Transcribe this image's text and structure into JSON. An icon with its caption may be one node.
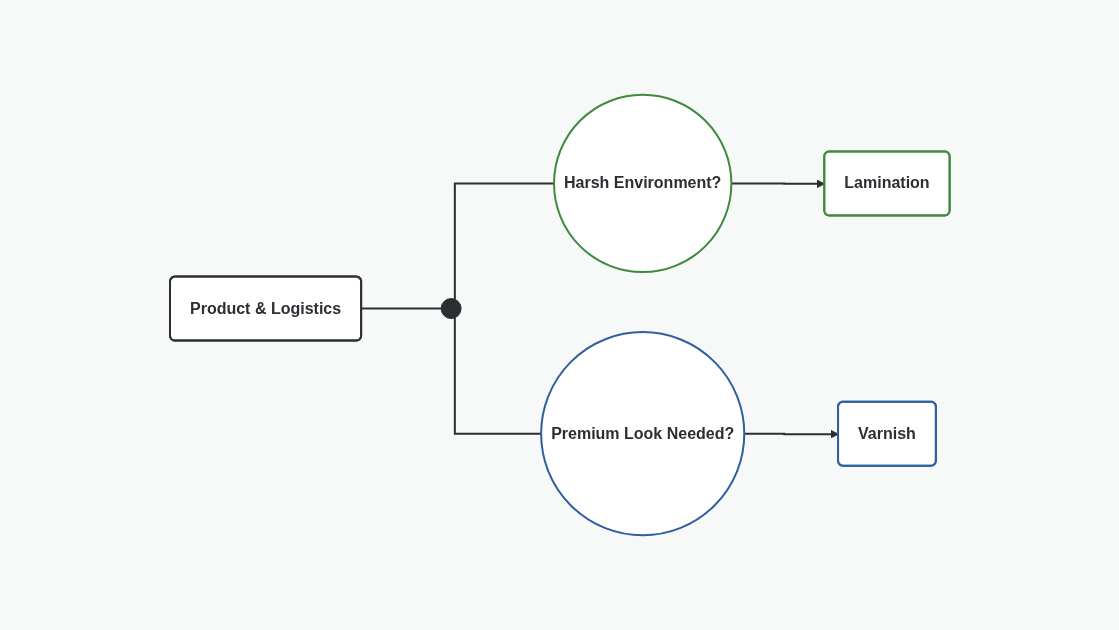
{
  "diagram": {
    "nodes": [
      {
        "text": [
          "Product & Logistics"
        ]
      },
      {
        "text": [],
        "shape": "circle"
      },
      {
        "text": [
          "Harsh Environment?"
        ]
      },
      {
        "text": [
          "Premium Look Needed?"
        ]
      },
      {
        "text": [
          "Lamination"
        ]
      },
      {
        "text": [
          "Varnish"
        ]
      }
    ],
    "edges": [
      {
        "from": 0,
        "to": 1,
        "arrow": "none"
      },
      {
        "from": 1,
        "to": 2,
        "arrow": "none"
      },
      {
        "from": 1,
        "to": 3,
        "arrow": "none"
      },
      {
        "from": 2,
        "to": 4,
        "arrow": "to"
      },
      {
        "from": 3,
        "to": 5,
        "arrow": "to"
      }
    ]
  }
}
